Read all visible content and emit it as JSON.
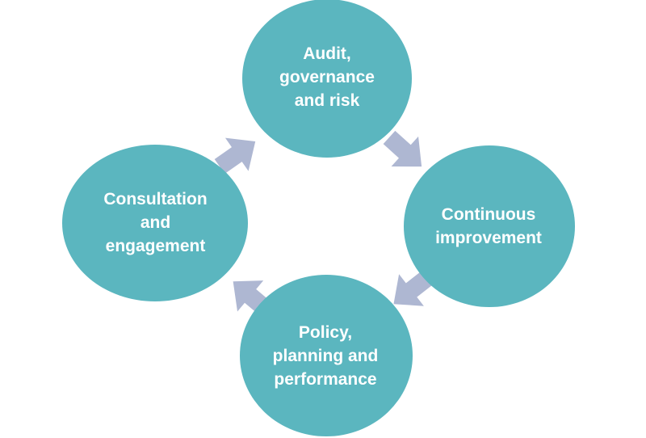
{
  "diagram": {
    "node_color": "#5bb6bf",
    "arrow_color": "#aeb7d2",
    "text_color": "#ffffff",
    "nodes": [
      {
        "id": "audit",
        "label": "Audit,\ngovernance\nand risk"
      },
      {
        "id": "continuous",
        "label": "Continuous\nimprovement"
      },
      {
        "id": "policy",
        "label": "Policy,\nplanning and\nperformance"
      },
      {
        "id": "consult",
        "label": "Consultation\nand\nengagement"
      }
    ],
    "flow": [
      "audit",
      "continuous",
      "policy",
      "consult",
      "audit"
    ]
  }
}
